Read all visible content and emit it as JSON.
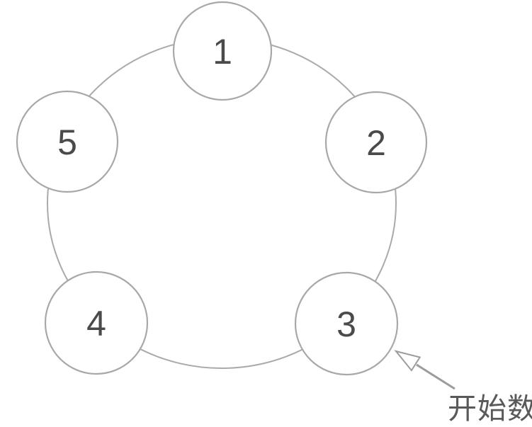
{
  "diagram": {
    "nodes": [
      {
        "label": "1"
      },
      {
        "label": "2"
      },
      {
        "label": "3"
      },
      {
        "label": "4"
      },
      {
        "label": "5"
      }
    ],
    "annotation": {
      "label": "开始数",
      "target_node": "3"
    },
    "colors": {
      "background": "#ffffff",
      "ring_stroke": "#aaaaaa",
      "node_stroke": "#a8a8a8",
      "node_fill": "#ffffff",
      "number_color": "#4a4a4a",
      "arrow_color": "#9c9c9c",
      "annotation_color": "#595959"
    }
  }
}
